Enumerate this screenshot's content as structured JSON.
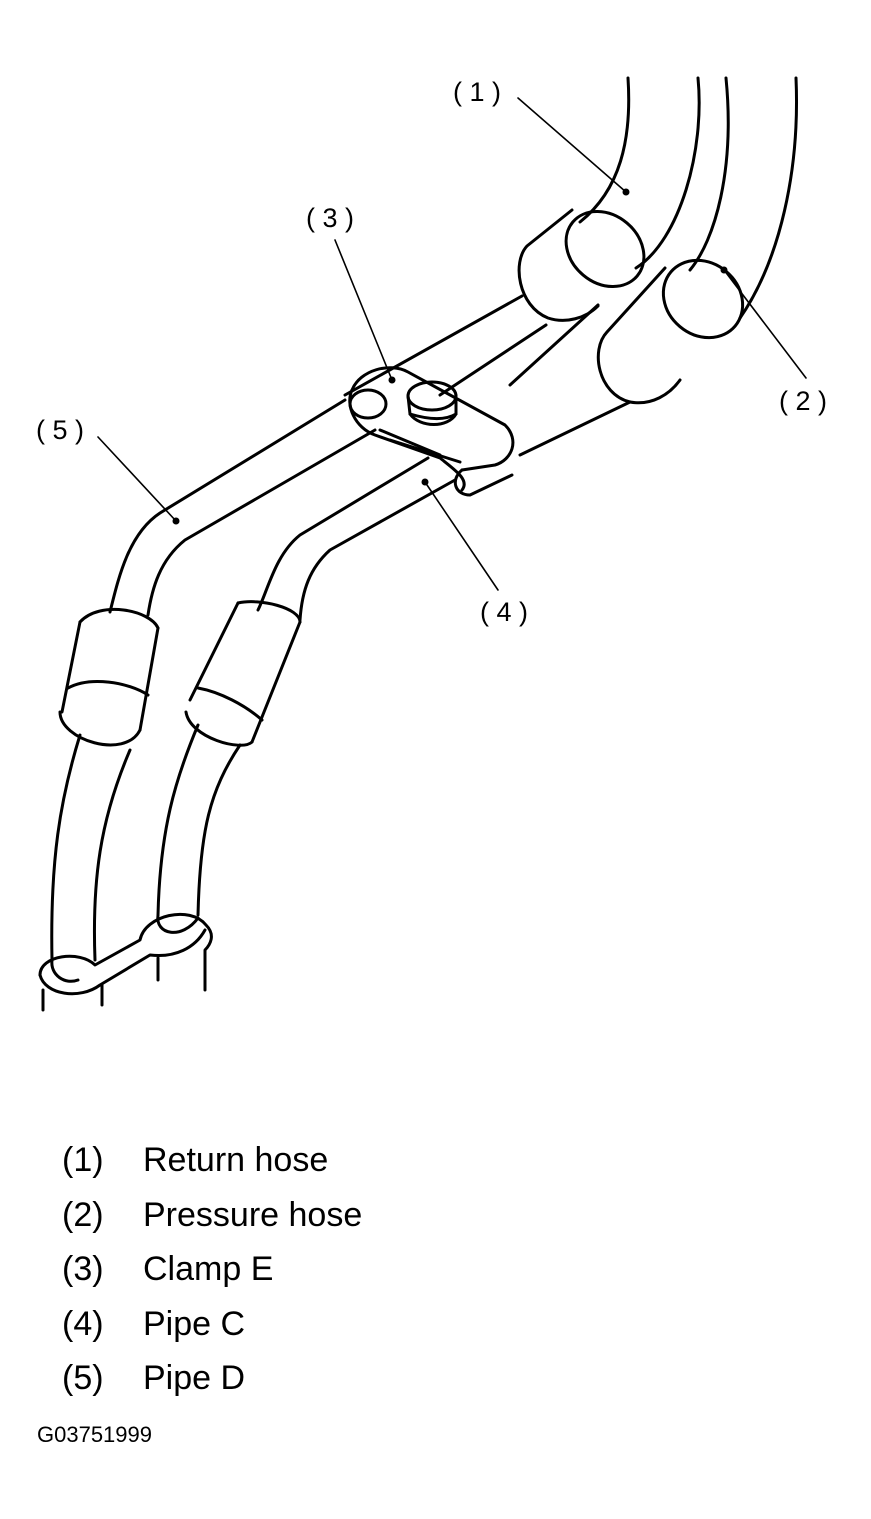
{
  "diagram": {
    "callouts": [
      "( 1 )",
      "( 2 )",
      "( 3 )",
      "( 4 )",
      "( 5 )"
    ]
  },
  "legend": [
    {
      "number": "(1)",
      "label": "Return hose"
    },
    {
      "number": "(2)",
      "label": "Pressure hose"
    },
    {
      "number": "(3)",
      "label": "Clamp E"
    },
    {
      "number": "(4)",
      "label": "Pipe C"
    },
    {
      "number": "(5)",
      "label": "Pipe D"
    }
  ],
  "figure_id": "G03751999"
}
